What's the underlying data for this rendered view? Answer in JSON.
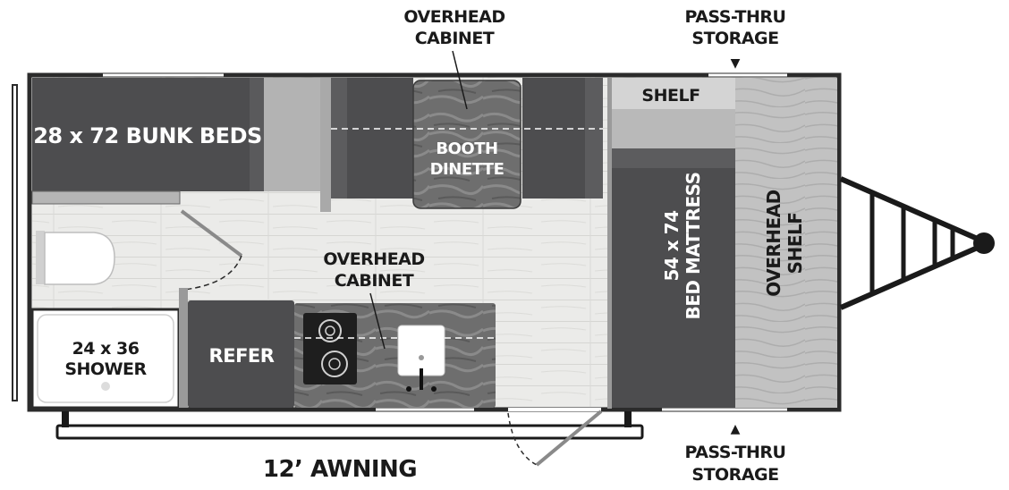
{
  "floorplan": {
    "callouts": {
      "overhead_cabinet_top": [
        "OVERHEAD",
        "CABINET"
      ],
      "pass_thru_top": [
        "PASS-THRU",
        "STORAGE"
      ],
      "pass_thru_bottom": [
        "PASS-THRU",
        "STORAGE"
      ],
      "awning": "12’ AWNING"
    },
    "rooms": {
      "bunk_beds": "28 x 72 BUNK BEDS",
      "booth_dinette": [
        "BOOTH",
        "DINETTE"
      ],
      "shelf": "SHELF",
      "bed_mattress": [
        "54 x 74",
        "BED MATTRESS"
      ],
      "overhead_shelf": [
        "OVERHEAD",
        "SHELF"
      ],
      "overhead_cabinet_kitchen": [
        "OVERHEAD",
        "CABINET"
      ],
      "refer": "REFER",
      "shower": [
        "24 x 36",
        "SHOWER"
      ]
    },
    "markers": {
      "arrow_down": "▼",
      "arrow_up": "▲"
    },
    "colors": {
      "dark_furniture": "#4d4d4f",
      "floor": "#e9e9e7",
      "wall": "#2b2b2b",
      "overhead_shelf": "#bfbfbf"
    }
  }
}
